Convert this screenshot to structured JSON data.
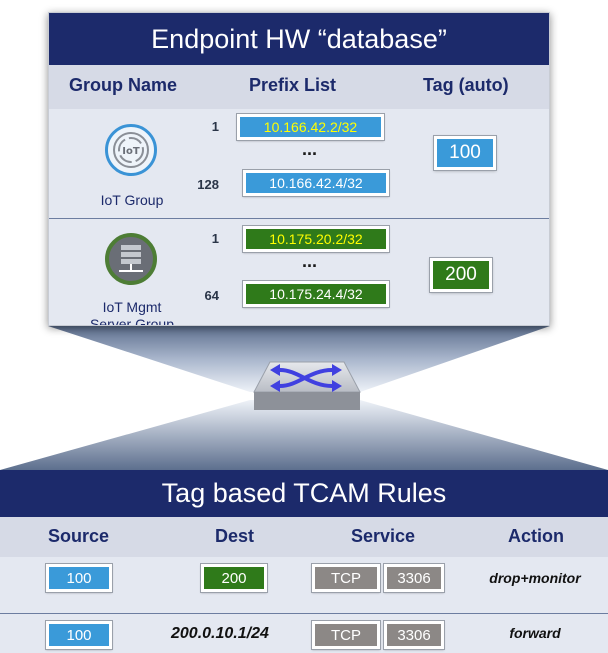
{
  "endpoint_db": {
    "title": "Endpoint HW “database”",
    "headers": {
      "group": "Group Name",
      "prefix": "Prefix List",
      "tag": "Tag (auto)"
    },
    "groups": [
      {
        "label_line1": "IoT Group",
        "icon": "iot-icon",
        "prefixes": [
          {
            "index": "1",
            "value": "10.166.42.2/32",
            "text_color": "#ffff00"
          },
          {
            "index": "128",
            "value": "10.166.42.4/32",
            "text_color": "#ffffff"
          }
        ],
        "ellipsis": "...",
        "tag": "100",
        "tag_color": "#3a9ad9"
      },
      {
        "label_line1": "IoT Mgmt",
        "label_line2": "Server Group",
        "icon": "server-icon",
        "prefixes": [
          {
            "index": "1",
            "value": "10.175.20.2/32",
            "text_color": "#ffff00"
          },
          {
            "index": "64",
            "value": "10.175.24.4/32",
            "text_color": "#ffffff"
          }
        ],
        "ellipsis": "...",
        "tag": "200",
        "tag_color": "#2f7a1a"
      }
    ]
  },
  "switch": {
    "icon": "switch-icon"
  },
  "tcam": {
    "title": "Tag based TCAM Rules",
    "headers": {
      "source": "Source",
      "dest": "Dest",
      "service": "Service",
      "action": "Action"
    },
    "rules": [
      {
        "source": "100",
        "dest": "200",
        "protocol": "TCP",
        "port": "3306",
        "action": "drop+monitor"
      },
      {
        "source": "100",
        "dest": "200.0.10.1/24",
        "protocol": "TCP",
        "port": "3306",
        "action": "forward"
      }
    ]
  },
  "colors": {
    "navy": "#1c2a6b",
    "blue_tag": "#3a9ad9",
    "green_tag": "#2f7a1a",
    "service_grey": "#8c8886"
  }
}
